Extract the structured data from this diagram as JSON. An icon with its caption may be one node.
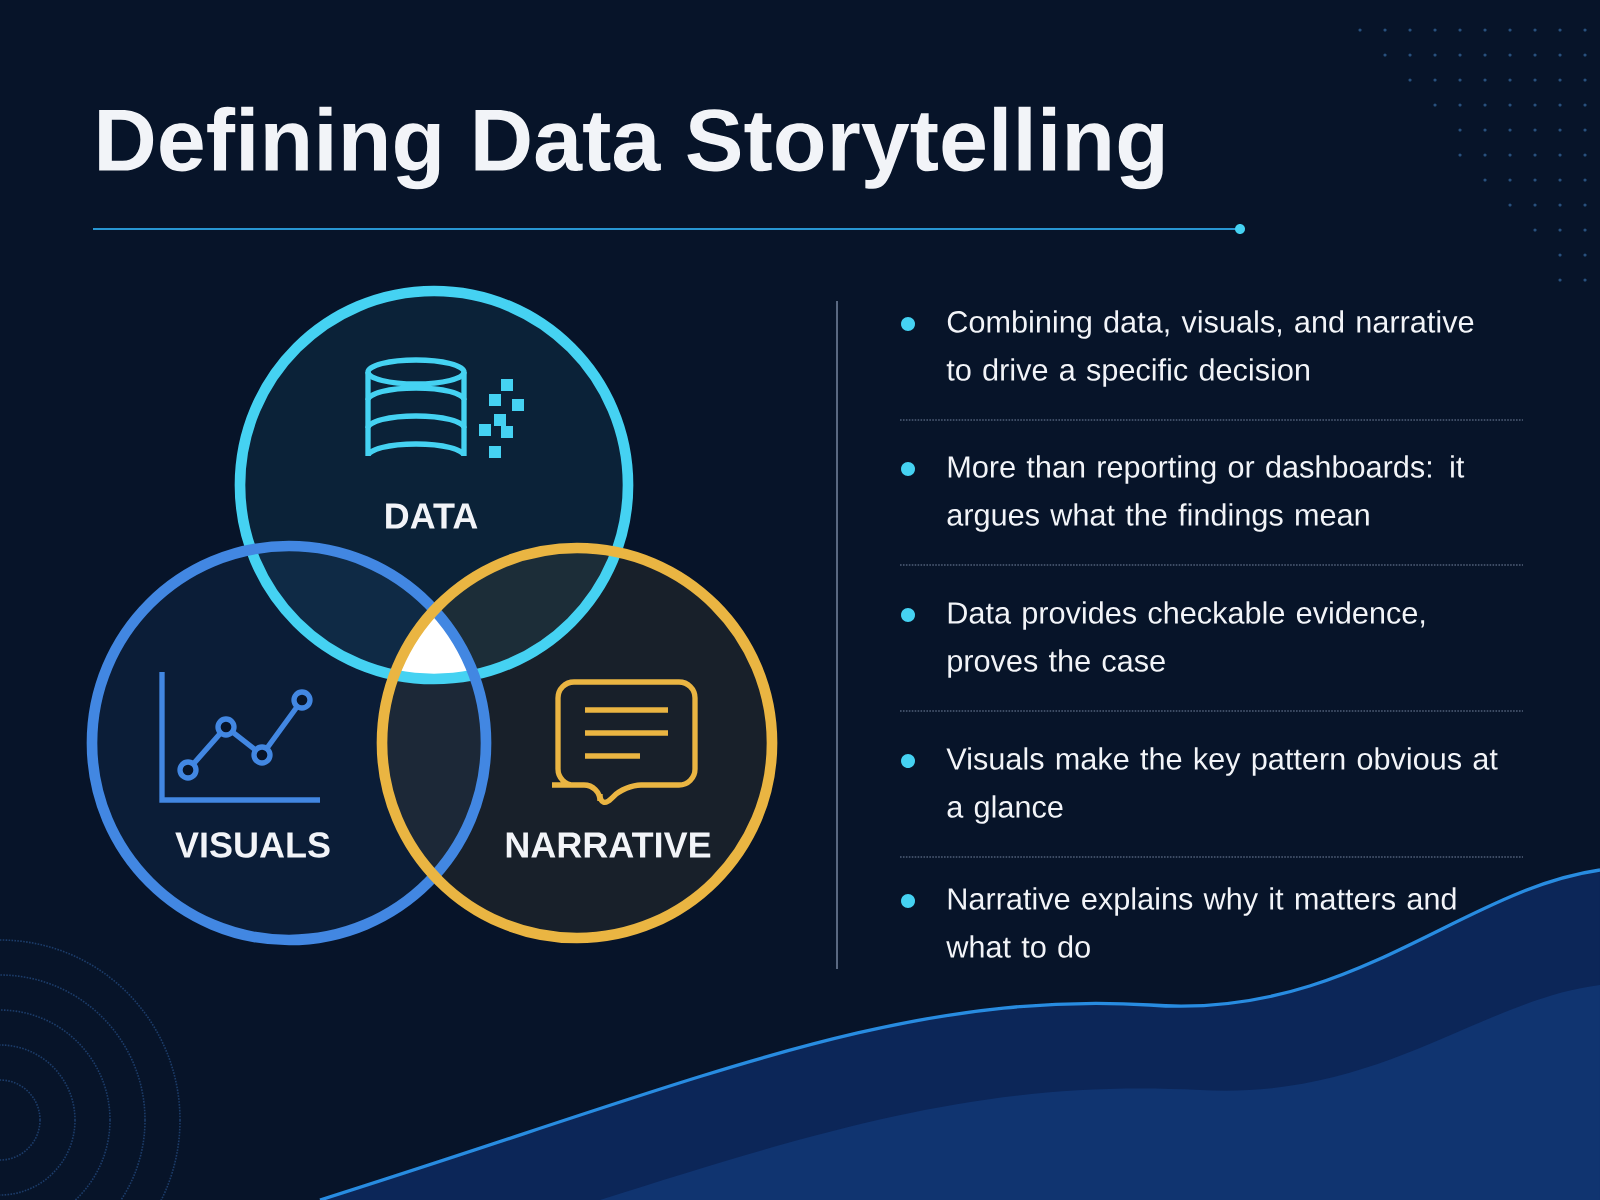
{
  "diagram": {
    "title": "Defining Data Storytelling",
    "nodes": [
      {
        "text": [
          "DATA"
        ]
      },
      {
        "text": [
          "VISUALS"
        ]
      },
      {
        "text": [
          "NARRATIVE"
        ]
      }
    ],
    "labels": [
      "Combining data, visuals, and narrative to drive a specific decision",
      "More than reporting or dashboards: it argues what the findings mean",
      "Data provides checkable evidence, proves the case",
      "Visuals make the key pattern obvious at a glance",
      "Narrative explains why it matters and what to do"
    ]
  }
}
